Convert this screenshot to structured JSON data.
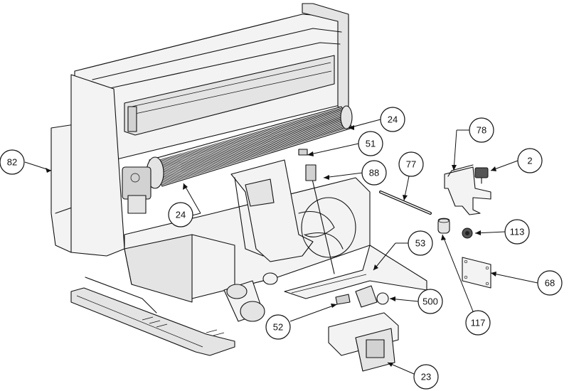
{
  "callouts": [
    {
      "label": "82"
    },
    {
      "label": "24"
    },
    {
      "label": "24"
    },
    {
      "label": "51"
    },
    {
      "label": "88"
    },
    {
      "label": "77"
    },
    {
      "label": "78"
    },
    {
      "label": "2"
    },
    {
      "label": "113"
    },
    {
      "label": "68"
    },
    {
      "label": "53"
    },
    {
      "label": "500"
    },
    {
      "label": "117"
    },
    {
      "label": "52"
    },
    {
      "label": "23"
    }
  ]
}
